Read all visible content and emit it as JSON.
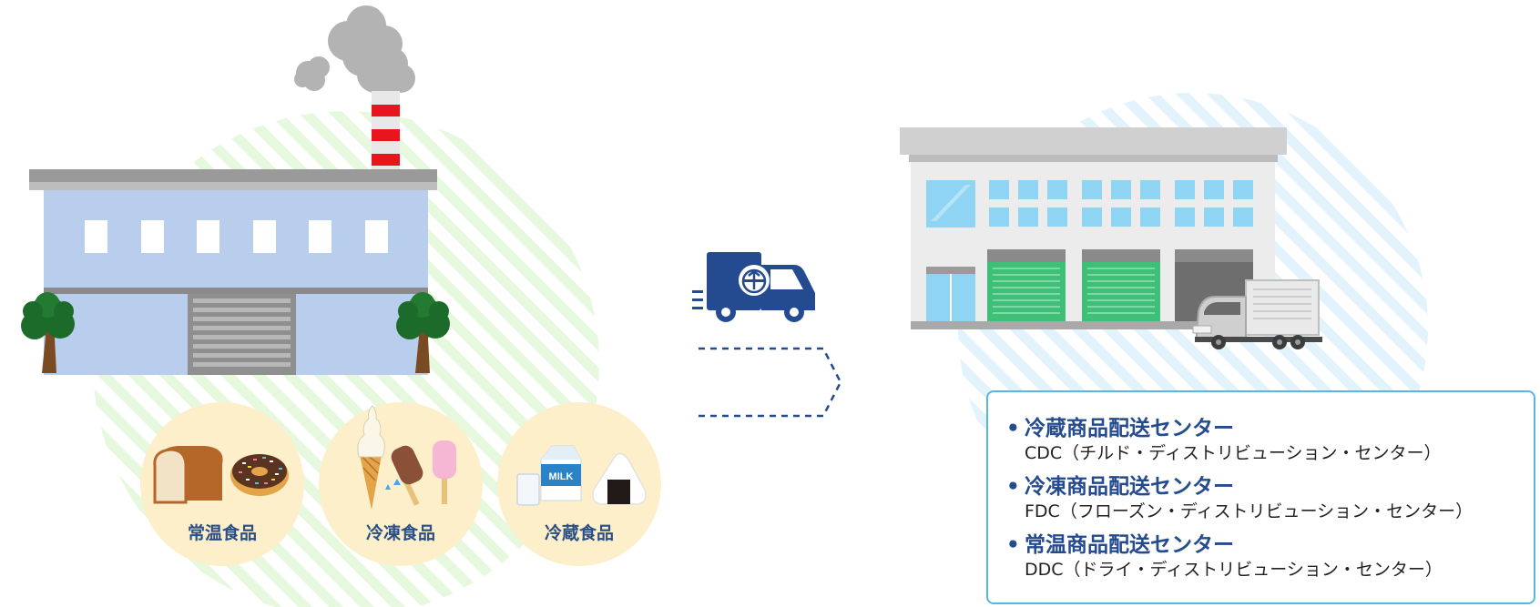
{
  "categories": [
    {
      "id": "ambient",
      "label": "常温食品",
      "icons": [
        "bread-icon",
        "donut-icon"
      ]
    },
    {
      "id": "frozen",
      "label": "冷凍食品",
      "icons": [
        "soft-serve-icon",
        "ice-pop-icon"
      ]
    },
    {
      "id": "chilled",
      "label": "冷蔵食品",
      "icons": [
        "milk-carton-icon",
        "onigiri-icon"
      ]
    }
  ],
  "milk_label": "MILK",
  "centers": [
    {
      "bullet": "•",
      "title": "冷蔵商品配送センター",
      "subtitle": "CDC（チルド・ディストリビューション・センター）"
    },
    {
      "bullet": "•",
      "title": "冷凍商品配送センター",
      "subtitle": "FDC（フローズン・ディストリビューション・センター）"
    },
    {
      "bullet": "•",
      "title": "常温商品配送センター",
      "subtitle": "DDC（ドライ・ディストリビューション・センター）"
    }
  ],
  "colors": {
    "factory_wall": "#b9cdec",
    "truck_blue": "#244a8f",
    "accent_green": "#3fbf78",
    "category_bg": "#fdefc9",
    "box_border": "#58b6e0"
  }
}
